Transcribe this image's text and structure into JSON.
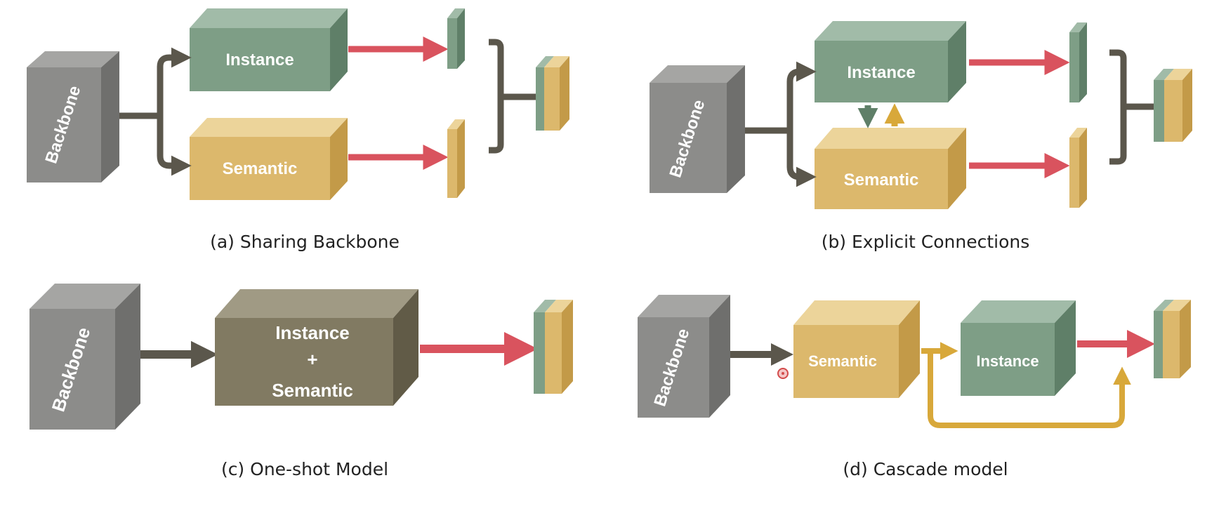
{
  "colors": {
    "backbone_front": "#8c8c8a",
    "backbone_top": "#a5a5a3",
    "backbone_side": "#6f6f6d",
    "instance_front": "#7e9e86",
    "instance_top": "#a1bba8",
    "instance_side": "#5f7f68",
    "semantic_front": "#dcb86c",
    "semantic_top": "#ecd49a",
    "semantic_side": "#c39a48",
    "combined_front": "#817a62",
    "combined_top": "#a09a84",
    "combined_side": "#615b47",
    "connector": "#5b574c",
    "output_arrow": "#d9535e",
    "cascade_arrow": "#d8a83a"
  },
  "panels": {
    "a": {
      "caption": "(a) Sharing Backbone",
      "backbone": "Backbone",
      "instance": "Instance",
      "semantic": "Semantic"
    },
    "b": {
      "caption": "(b) Explicit Connections",
      "backbone": "Backbone",
      "instance": "Instance",
      "semantic": "Semantic"
    },
    "c": {
      "caption": "(c) One-shot Model",
      "backbone": "Backbone",
      "combined_line1": "Instance",
      "combined_line2": "+",
      "combined_line3": "Semantic"
    },
    "d": {
      "caption": "(d) Cascade model",
      "backbone": "Backbone",
      "semantic": "Semantic",
      "instance": "Instance"
    }
  }
}
